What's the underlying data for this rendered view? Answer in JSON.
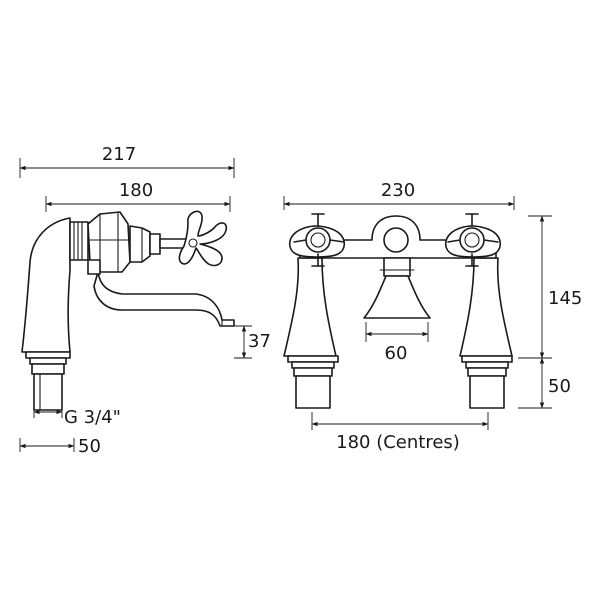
{
  "side_view": {
    "overall_length": "217",
    "body_length": "180",
    "spout_height": "37",
    "inlet_thread": "G 3/4\"",
    "tail_length": "50"
  },
  "front_view": {
    "overall_width": "230",
    "height": "145",
    "spout_width": "60",
    "tail_height": "50",
    "centres": "180 (Centres)"
  }
}
